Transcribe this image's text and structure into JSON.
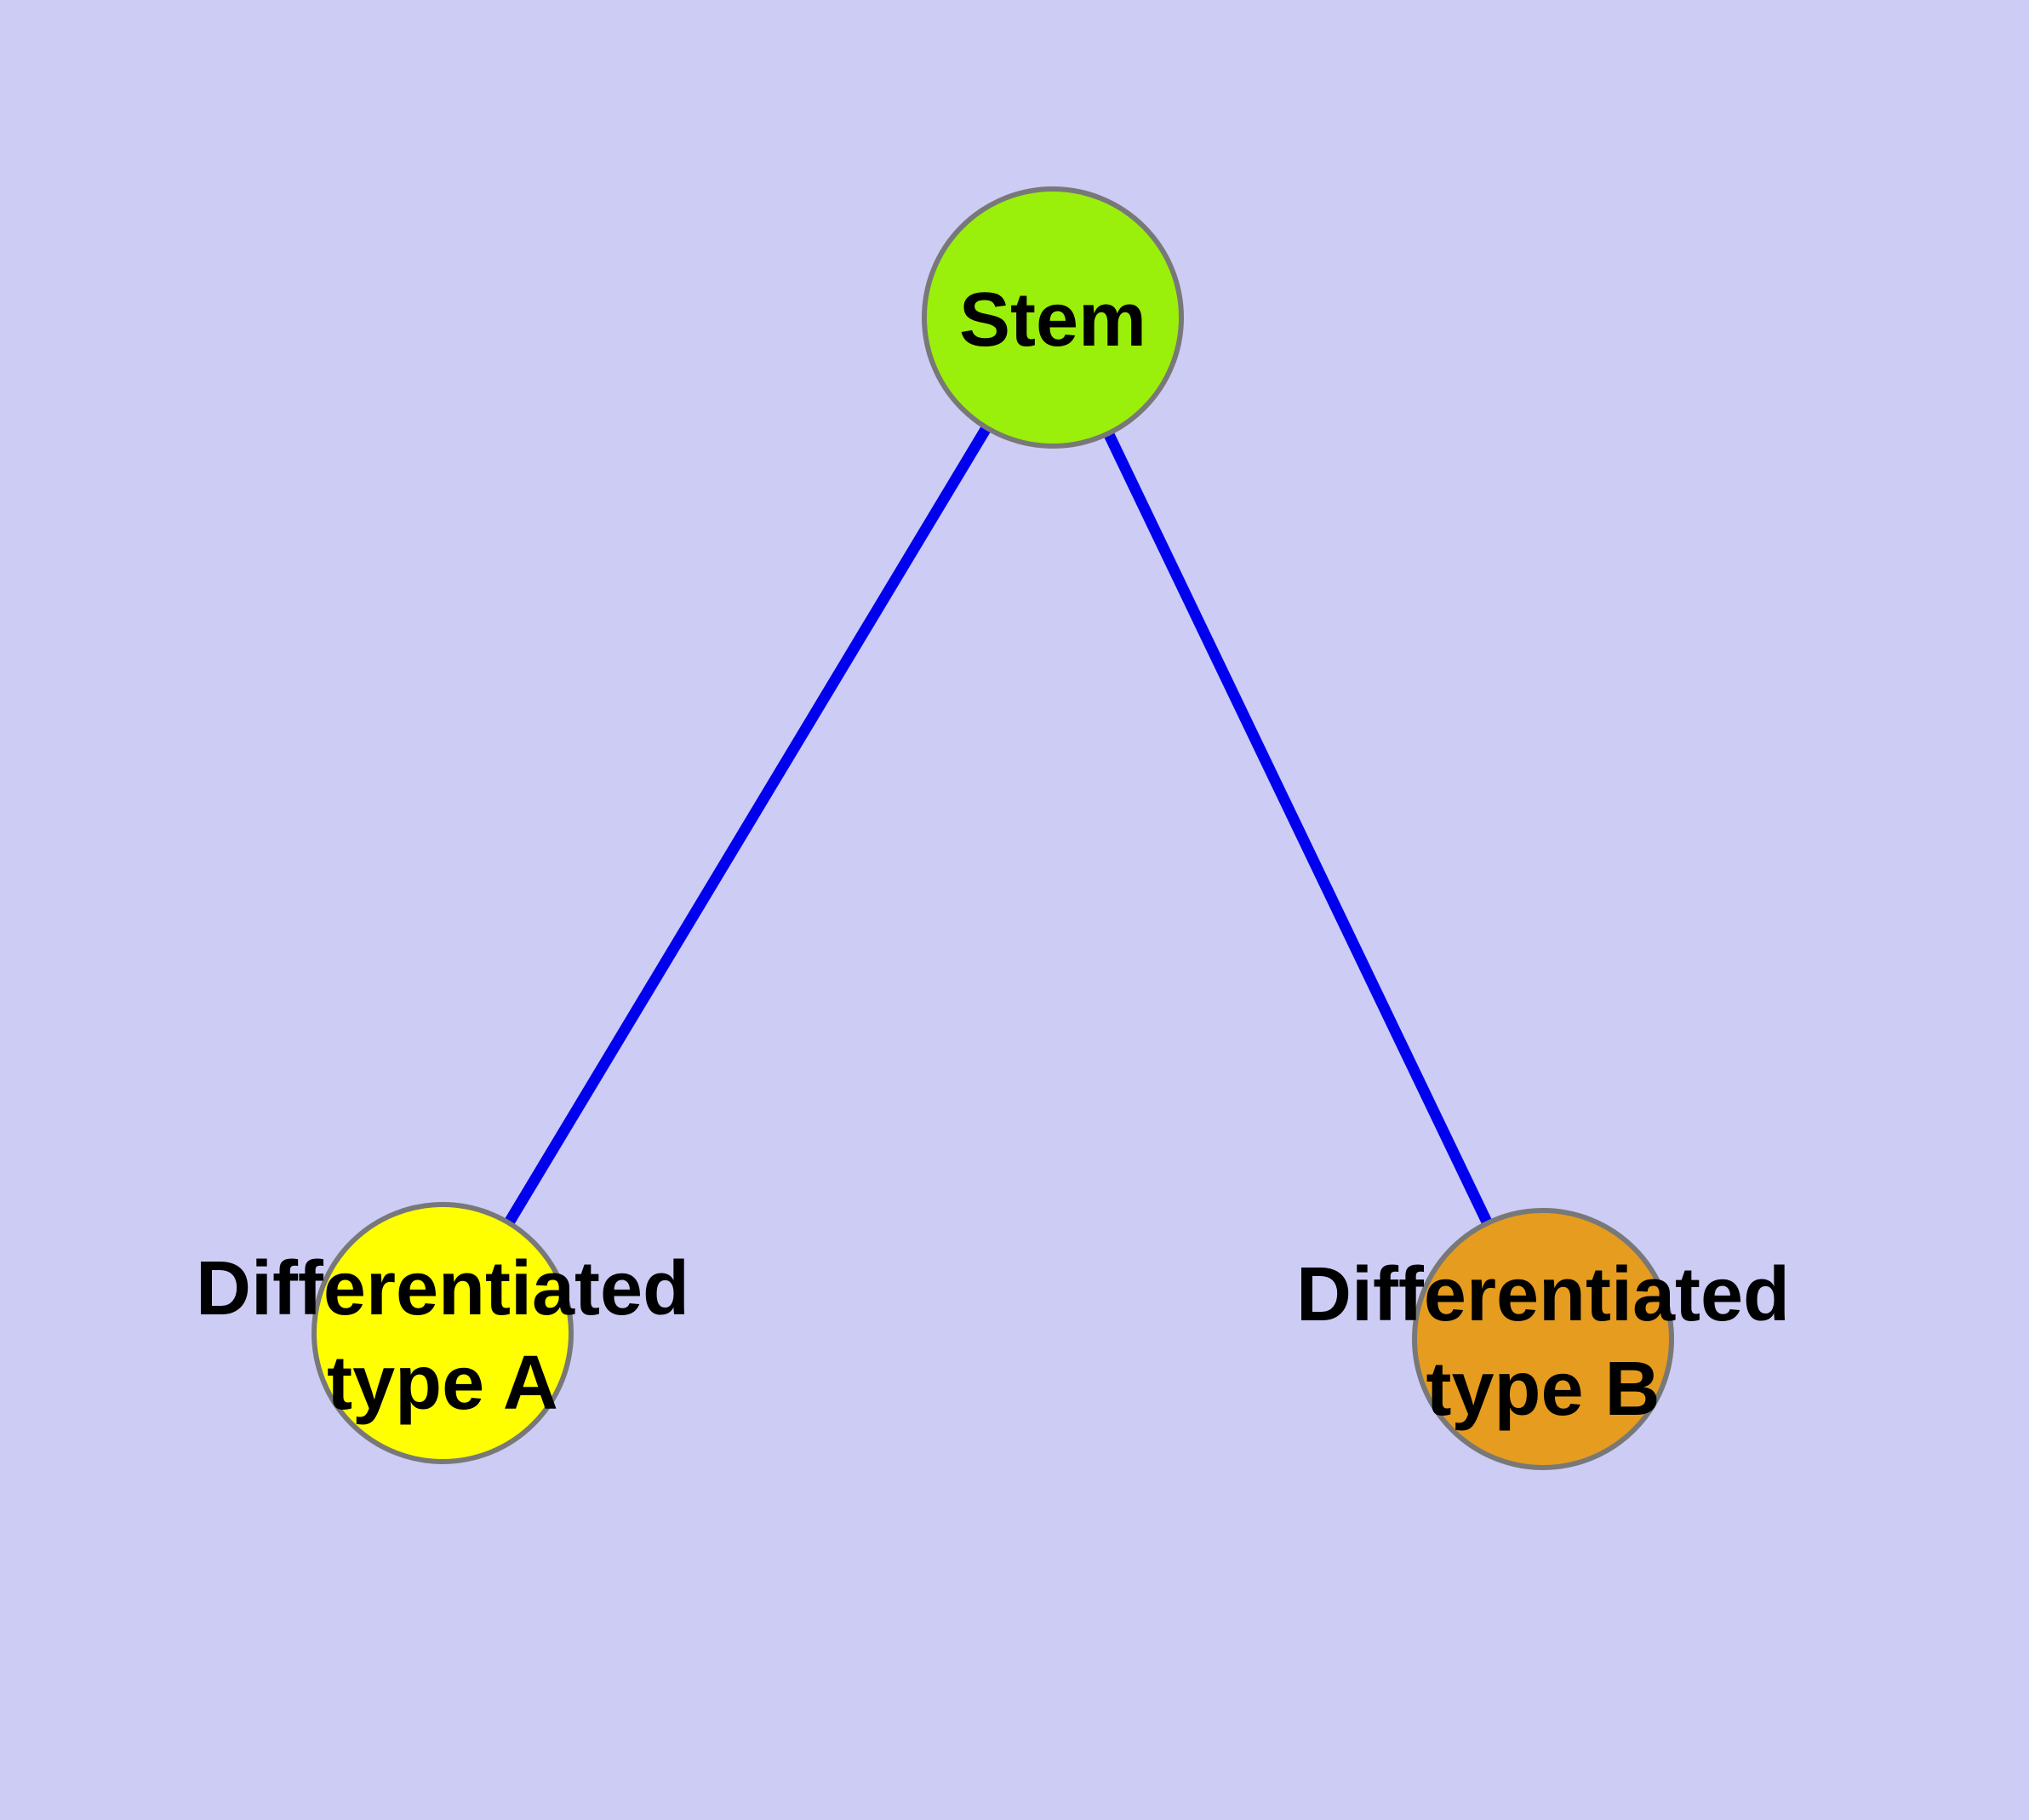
{
  "diagram": {
    "background_color": "#CCCCF5",
    "edge_color": "#0000EE",
    "node_border_color": "#787878",
    "text_color": "#000000",
    "nodes": {
      "stem": {
        "label": "Stem",
        "fill": "#9AF00A"
      },
      "type_a": {
        "label_line1": "Differentiated",
        "label_line2": "type A",
        "fill": "#FFFF00"
      },
      "type_b": {
        "label_line1": "Differentiated",
        "label_line2": "type B",
        "fill": "#E69C1E"
      }
    },
    "edges": [
      {
        "from": "Stem",
        "to": "Differentiated type A"
      },
      {
        "from": "Stem",
        "to": "Differentiated type B"
      }
    ]
  }
}
